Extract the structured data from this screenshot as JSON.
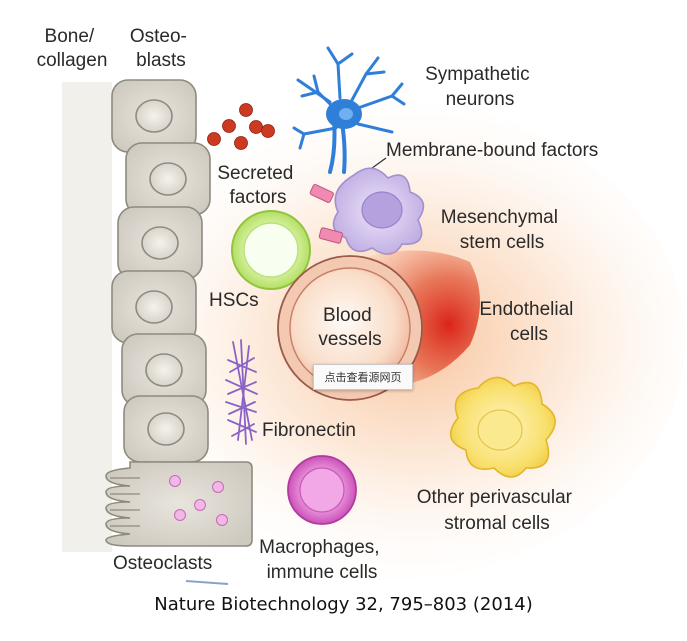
{
  "labels": {
    "bone": [
      "Bone/",
      "collagen"
    ],
    "osteoblasts": [
      "Osteo-",
      "blasts"
    ],
    "sympathetic": [
      "Sympathetic",
      "neurons"
    ],
    "membrane": "Membrane-bound factors",
    "secreted": [
      "Secreted",
      "factors"
    ],
    "msc": [
      "Mesenchymal",
      "stem cells"
    ],
    "hscs": "HSCs",
    "blood": [
      "Blood",
      "vessels"
    ],
    "endothelial": [
      "Endothelial",
      "cells"
    ],
    "fibronectin": "Fibronectin",
    "perivascular": [
      "Other perivascular",
      "stromal cells"
    ],
    "osteoclasts": "Osteoclasts",
    "macrophages": [
      "Macrophages,",
      "immune cells"
    ]
  },
  "overlay_button": "点击查看源网页",
  "citation": "Nature Biotechnology 32, 795–803 (2014)",
  "colors": {
    "cell_gray": "#dcd8cf",
    "neuron_blue": "#2f7fd8",
    "secreted_red": "#cc3a22",
    "msc_purple": "#c8b8e6",
    "hsc_green": "#b7e46a",
    "vessel_red": "#cf2418",
    "fibronectin_violet": "#8a62c6",
    "perivascular_yellow": "#f6da58",
    "macrophage_pink": "#d255c4",
    "membrane_pink": "#f08ab0",
    "niche_glow": "#f7c79a"
  }
}
